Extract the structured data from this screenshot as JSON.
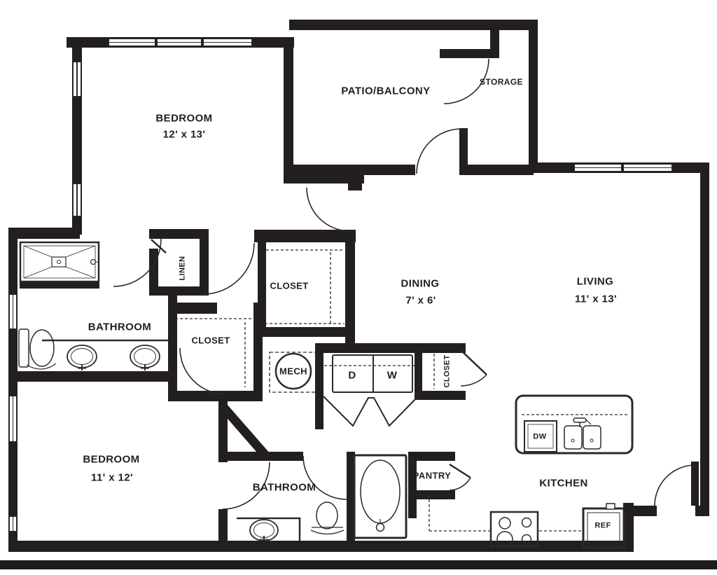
{
  "palette": {
    "wall": "#231f20",
    "line": "#2a2a2a",
    "ink": "#231f20"
  },
  "plan": {
    "rooms": {
      "bedroom1": {
        "name": "BEDROOM",
        "dims": "12' x 13'"
      },
      "patio": {
        "name": "PATIO/BALCONY"
      },
      "storage": {
        "name": "STORAGE"
      },
      "living": {
        "name": "LIVING",
        "dims": "11' x 13'"
      },
      "dining": {
        "name": "DINING",
        "dims": "7' x 6'"
      },
      "bathroom1": {
        "name": "BATHROOM"
      },
      "bathroom2": {
        "name": "BATHROOM"
      },
      "bedroom2": {
        "name": "BEDROOM",
        "dims": "11' x 12'"
      },
      "linen": {
        "name": "LINEN"
      },
      "closet_walkin": {
        "name": "CLOSET"
      },
      "closet_bedroom2": {
        "name": "CLOSET"
      },
      "closet_hall": {
        "name": "CLOSET"
      },
      "mech": {
        "name": "MECH"
      },
      "pantry": {
        "name": "PANTRY"
      },
      "kitchen": {
        "name": "KITCHEN",
        "dishwasher": "DW",
        "refrigerator": "REF"
      },
      "laundry": {
        "dryer": "D",
        "washer": "W"
      }
    },
    "fixtures": [
      "shower-icon",
      "toilet-icon",
      "double-vanity-sinks-icon",
      "bathtub-icon",
      "single-sink-icon",
      "kitchen-island-icon",
      "kitchen-sink-icon",
      "stove-icon",
      "refrigerator-icon",
      "dishwasher-icon",
      "washer-dryer-icon",
      "door-swing-arc",
      "bifold-doors-icon",
      "window-icon"
    ]
  }
}
